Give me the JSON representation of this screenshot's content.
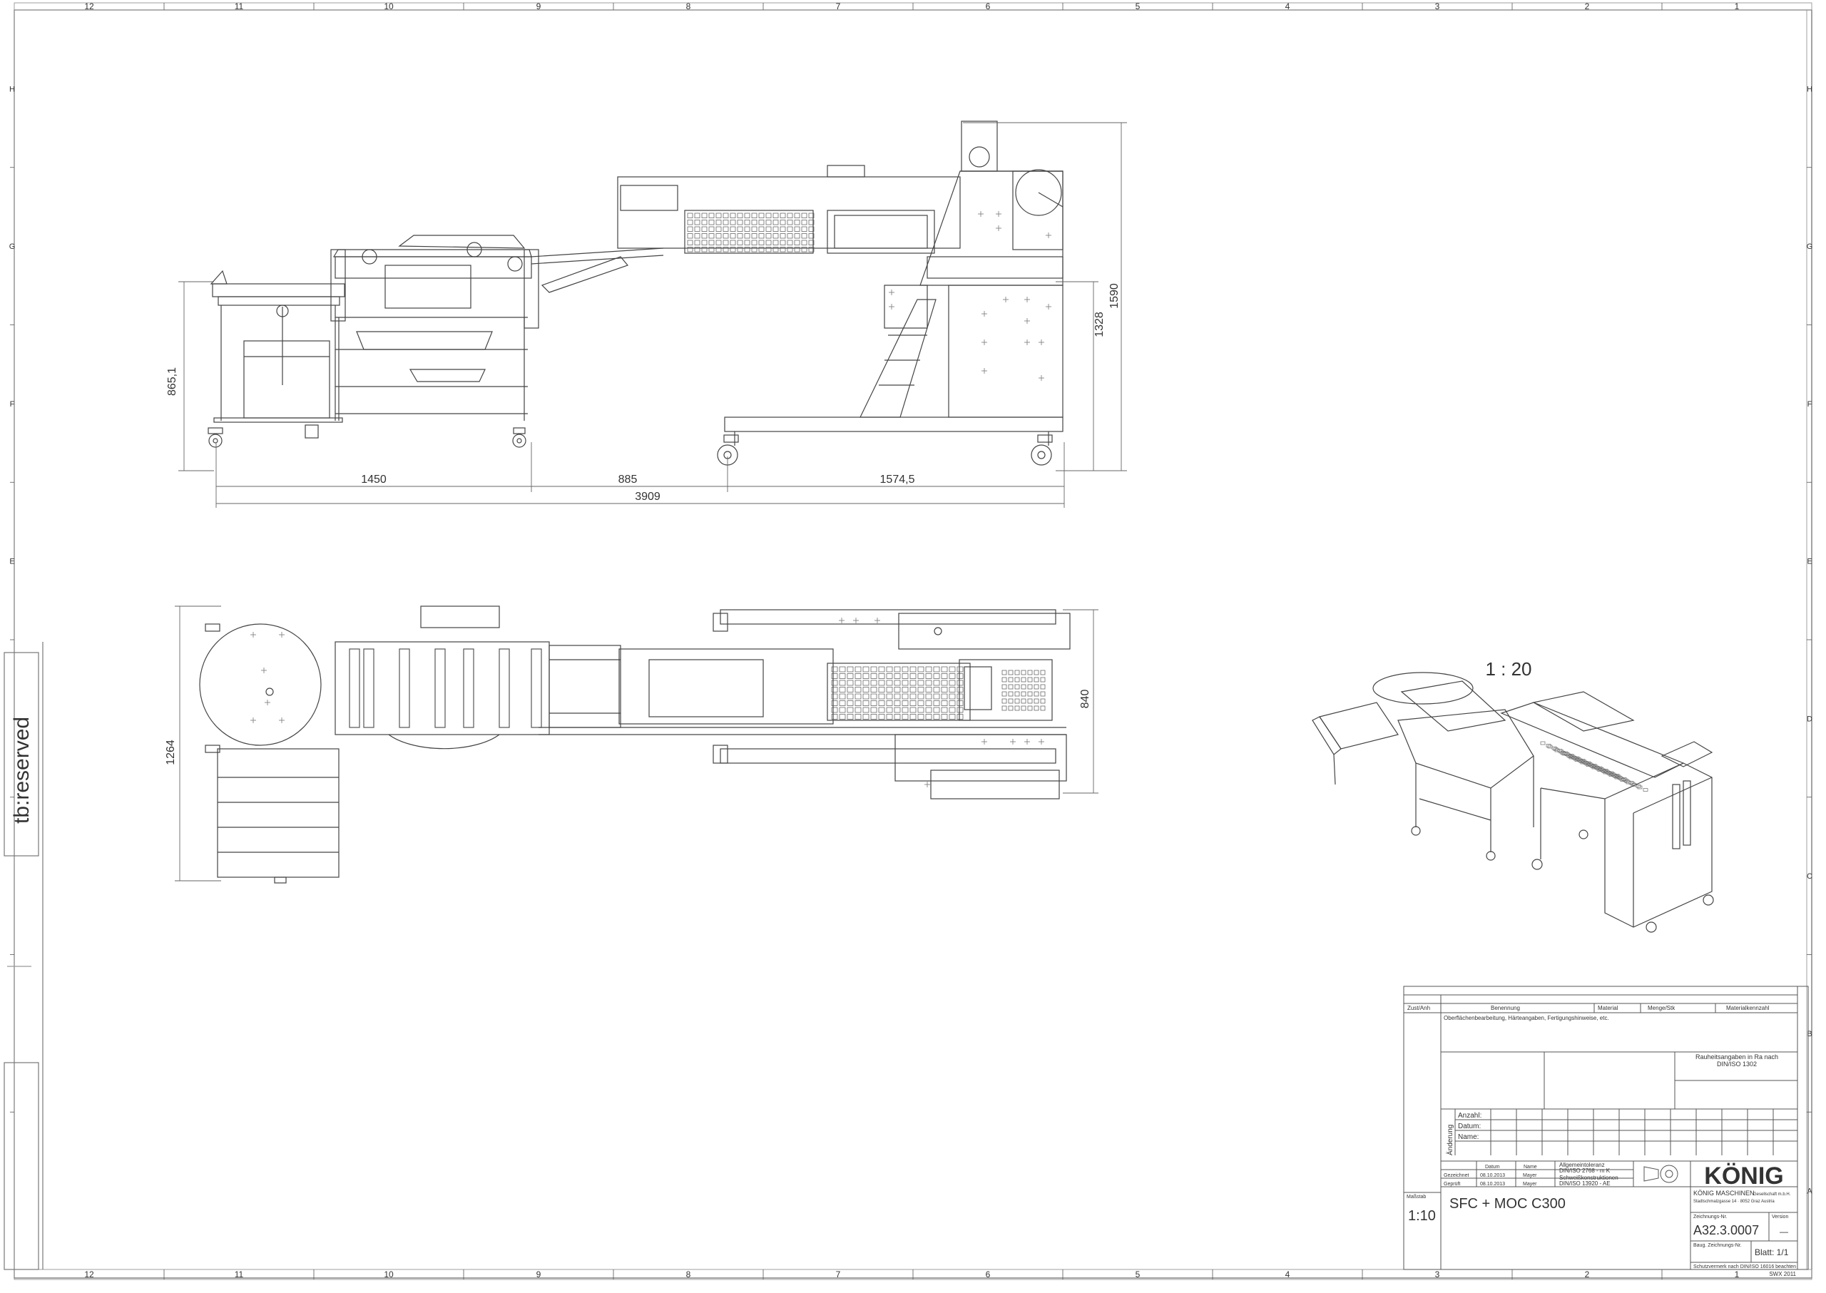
{
  "zone_columns": [
    "12",
    "11",
    "10",
    "9",
    "8",
    "7",
    "6",
    "5",
    "4",
    "3",
    "2",
    "1"
  ],
  "zone_rows": [
    "H",
    "G",
    "F",
    "E",
    "D",
    "C",
    "B",
    "A"
  ],
  "side_strip": {
    "reserved_label": "tb:reserved"
  },
  "side_view": {
    "dims": {
      "height_left": "865,1",
      "height_right_a": "1328",
      "height_right_b": "1590",
      "len_a": "1450",
      "len_b": "885",
      "len_c": "1574,5",
      "len_total": "3909"
    }
  },
  "top_view": {
    "dims": {
      "width_left": "1264",
      "width_right": "840"
    }
  },
  "iso_view": {
    "scale": "1 : 20"
  },
  "title_block": {
    "header_cols": [
      "Zust/Anh",
      "Benennung",
      "Material",
      "Menge/Stk",
      "Materialkennzahl"
    ],
    "surface_note": "Oberflächenbearbeitung, Härteangaben, Fertigungshinweise, etc.",
    "roughness": [
      "Rauheitsangaben in Ra nach",
      "DIN/ISO 1302"
    ],
    "change_label": "Änderung",
    "rows": [
      "Anzahl:",
      "Datum:",
      "Name:"
    ],
    "sign_cols": [
      "Datum",
      "Name"
    ],
    "sign_rows": [
      {
        "label": "Gezeichnet",
        "date": "08.10.2013",
        "name": "Mayer"
      },
      {
        "label": "Geprüft",
        "date": "08.10.2013",
        "name": "Mayer"
      }
    ],
    "tolerance_1": [
      "Allgemeintoleranz",
      "DIN/ISO 2768 - m K"
    ],
    "tolerance_2": [
      "Schweißkonstruktionen",
      "DIN/ISO 13920 - AE"
    ],
    "logo": "KÖNIG",
    "company": "KÖNIG MASCHINEN",
    "company_sub": "Gesellschaft m.b.H.",
    "company_addr": "Stadtschmalzgasse 14 · 8052 Graz Austria",
    "scale_label": "Maßstab",
    "scale": "1:10",
    "title": "SFC + MOC C300",
    "drawing_no_label": "Zeichnungs-Nr.",
    "drawing_no": "A32.3.0007",
    "version_label": "Version",
    "version": "—",
    "assembly_label": "Baug. Zeichnungs-Nr.",
    "sheet": "Blatt: 1/1",
    "protection": "Schutzvermerk nach DIN/ISO 16016 beachten",
    "format": "SWX 2011"
  }
}
